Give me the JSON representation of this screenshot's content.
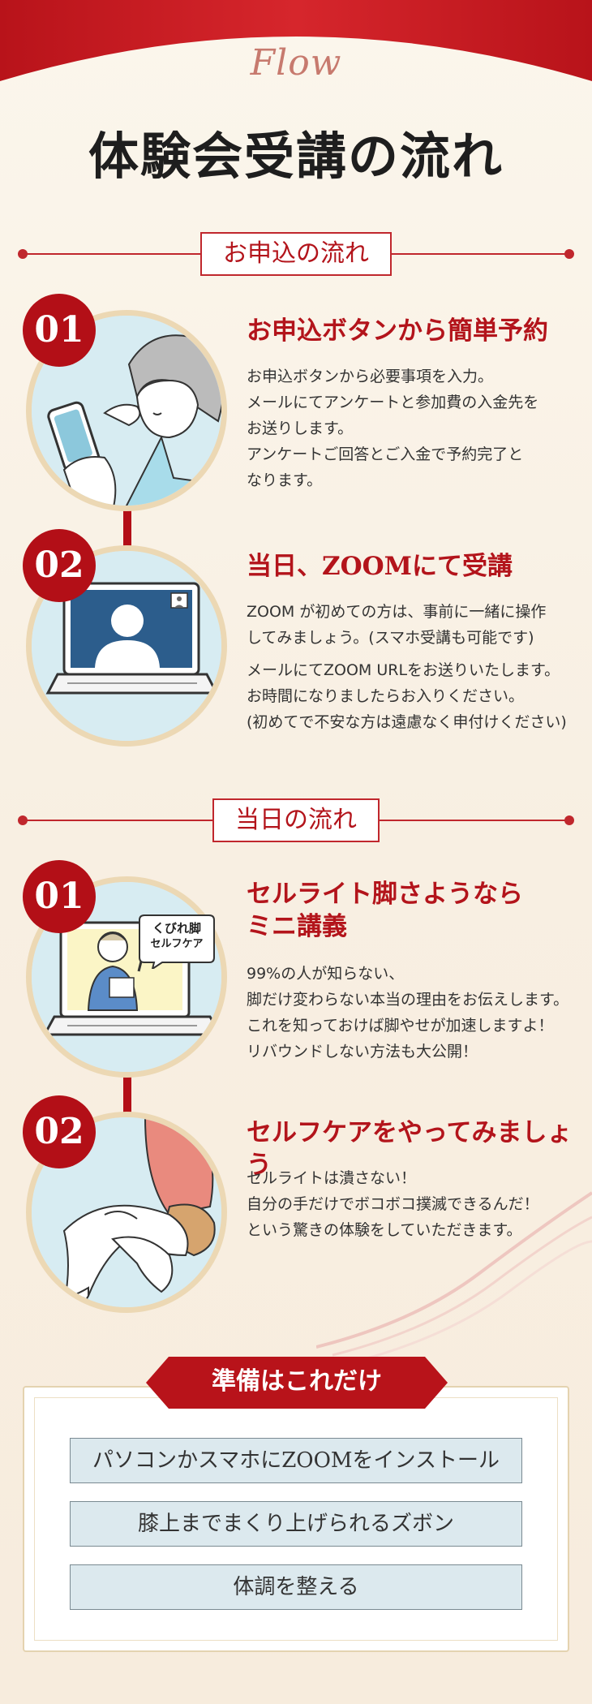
{
  "header": {
    "script_label": "Flow",
    "title": "体験会受講の流れ"
  },
  "colors": {
    "accent": "#b3141b",
    "circle_bg": "#d7ecf2",
    "circle_ring": "#ecd8b4",
    "prep_item_bg": "#dce9ee"
  },
  "sections": [
    {
      "label": "お申込の流れ",
      "steps": [
        {
          "number": "01",
          "title": "お申込ボタンから簡単予約",
          "illustration": "phone-woman-icon",
          "body": [
            [
              "お申込ボタンから必要事項を入力。",
              "メールにてアンケートと参加費の入金先を",
              "お送りします。",
              "アンケートご回答とご入金で予約完了と",
              "なります。"
            ]
          ]
        },
        {
          "number": "02",
          "title": "当日、ZOOMにて受講",
          "illustration": "video-call-laptop-icon",
          "body": [
            [
              "ZOOM が初めての方は、事前に一緒に操作",
              "してみましょう。(スマホ受講も可能です)"
            ],
            [
              "メールにてZOOM URLをお送りいたします。",
              "お時間になりましたらお入りください。",
              "(初めてで不安な方は遠慮なく申付けください)"
            ]
          ]
        }
      ]
    },
    {
      "label": "当日の流れ",
      "steps": [
        {
          "number": "01",
          "title_lines": [
            "セルライト脚さようなら",
            "ミニ講義"
          ],
          "illustration": "lecturer-laptop-icon",
          "speech_bubble": [
            "くびれ脚",
            "セルフケア"
          ],
          "body": [
            [
              "99%の人が知らない、",
              "脚だけ変わらない本当の理由をお伝えします。",
              "これを知っておけば脚やせが加速しますよ！",
              "リバウンドしない方法も大公開！"
            ]
          ]
        },
        {
          "number": "02",
          "title": "セルフケアをやってみましょう",
          "illustration": "leg-massage-icon",
          "body": [
            [
              "セルライトは潰さない！",
              "自分の手だけでボコボコ撲滅できるんだ！",
              "という驚きの体験をしていただきます。"
            ]
          ]
        }
      ]
    }
  ],
  "preparation": {
    "title": "準備はこれだけ",
    "items": [
      "パソコンかスマホにZOOMをインストール",
      "膝上までまくり上げられるズボン",
      "体調を整える"
    ]
  }
}
